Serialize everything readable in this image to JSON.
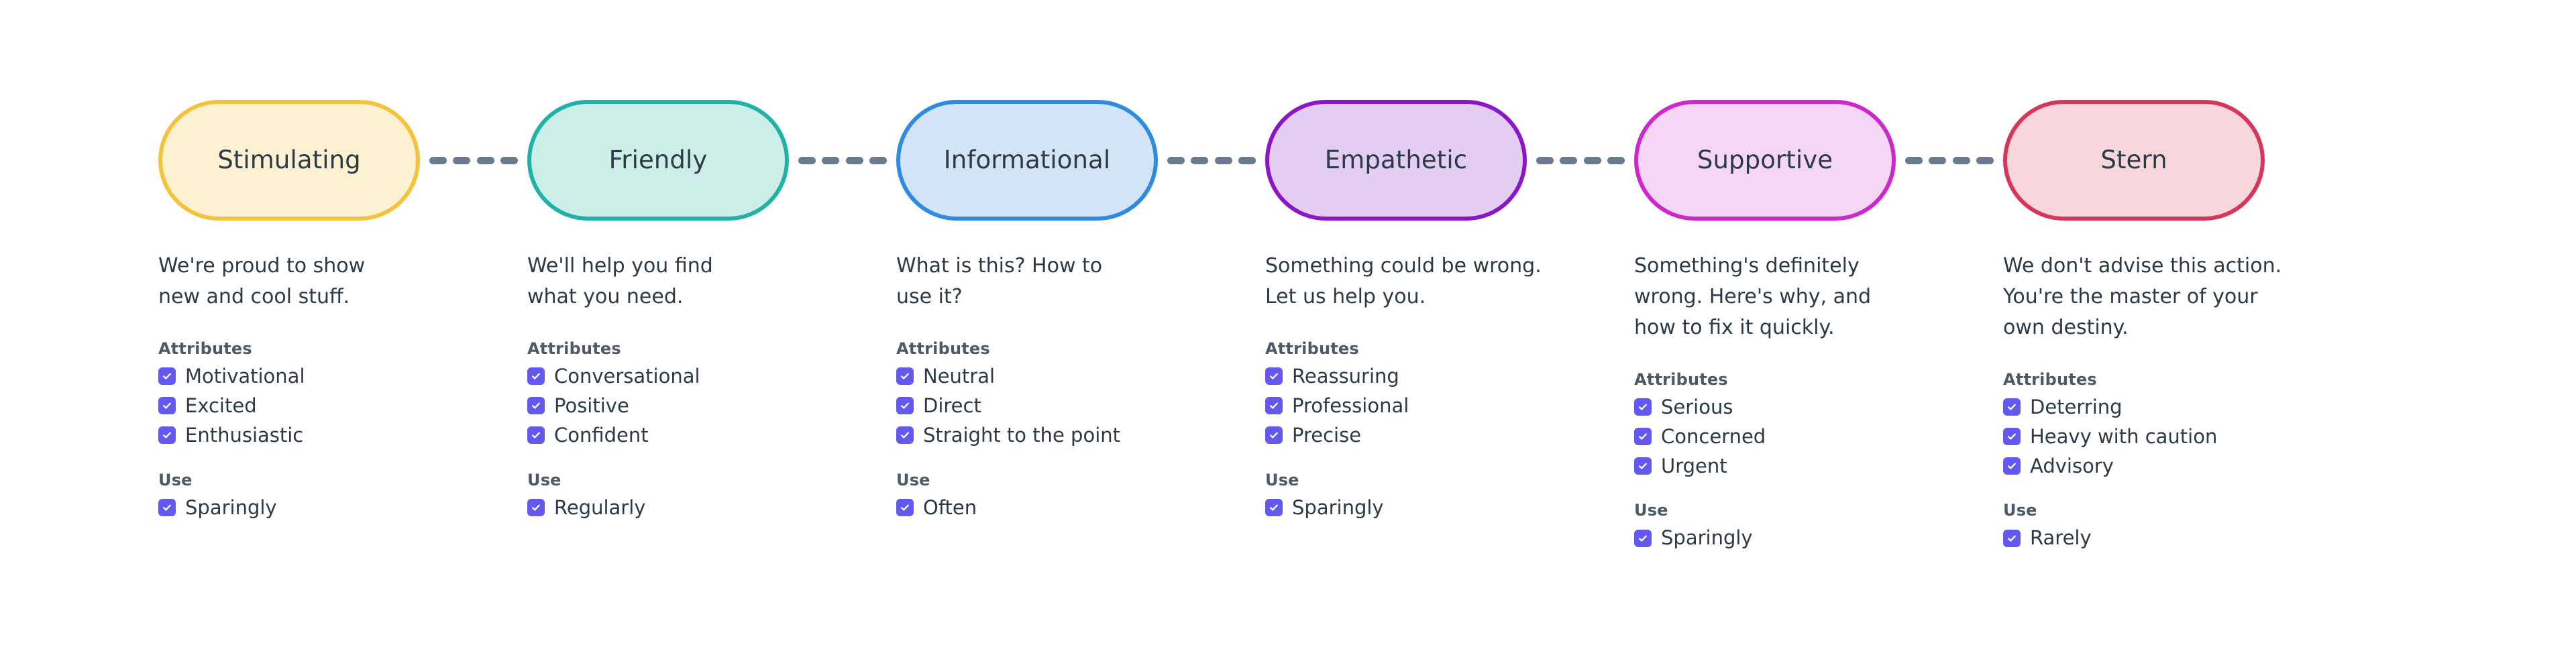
{
  "diagram": {
    "connector_icon": "dashed-line-icon",
    "connector_dash_count": 4,
    "dash_color": "#6b7a8d",
    "checkbox_color": "#6359f0",
    "checkbox_icon": "checkmark-icon",
    "text_color": "#2b3a46",
    "group_labels": {
      "attributes": "Attributes",
      "use": "Use"
    },
    "stages": [
      {
        "name": "Stimulating",
        "border_color": "#f5c33b",
        "fill_color": "#fcf1d0",
        "description": "We're proud to show\nnew and cool stuff.",
        "attributes_title": "Attributes",
        "attributes": [
          "Motivational",
          "Excited",
          "Enthusiastic"
        ],
        "use_title": "Use",
        "use": [
          "Sparingly"
        ]
      },
      {
        "name": "Friendly",
        "border_color": "#20b2a6",
        "fill_color": "#cdede8",
        "description": "We'll help you find\nwhat you need.",
        "attributes_title": "Attributes",
        "attributes": [
          "Conversational",
          "Positive",
          "Confident"
        ],
        "use_title": "Use",
        "use": [
          "Regularly"
        ]
      },
      {
        "name": "Informational",
        "border_color": "#2e8be0",
        "fill_color": "#d3e4f7",
        "description": "What is this? How to\nuse it?",
        "attributes_title": "Attributes",
        "attributes": [
          "Neutral",
          "Direct",
          "Straight to the point"
        ],
        "use_title": "Use",
        "use": [
          "Often"
        ]
      },
      {
        "name": "Empathetic",
        "border_color": "#8b16c9",
        "fill_color": "#e4cdf2",
        "description": "Something could be wrong.\nLet us help you.",
        "attributes_title": "Attributes",
        "attributes": [
          "Reassuring",
          "Professional",
          "Precise"
        ],
        "use_title": "Use",
        "use": [
          "Sparingly"
        ]
      },
      {
        "name": "Supportive",
        "border_color": "#cc28cc",
        "fill_color": "#f5d6f5",
        "description": "Something's definitely\nwrong. Here's why, and\nhow to fix it quickly.",
        "attributes_title": "Attributes",
        "attributes": [
          "Serious",
          "Concerned",
          "Urgent"
        ],
        "use_title": "Use",
        "use": [
          "Sparingly"
        ]
      },
      {
        "name": "Stern",
        "border_color": "#d6365a",
        "fill_color": "#f7d6dc",
        "description": "We don't advise this action.\nYou're the master of your\nown destiny.",
        "attributes_title": "Attributes",
        "attributes": [
          "Deterring",
          "Heavy with caution",
          "Advisory"
        ],
        "use_title": "Use",
        "use": [
          "Rarely"
        ]
      }
    ]
  }
}
